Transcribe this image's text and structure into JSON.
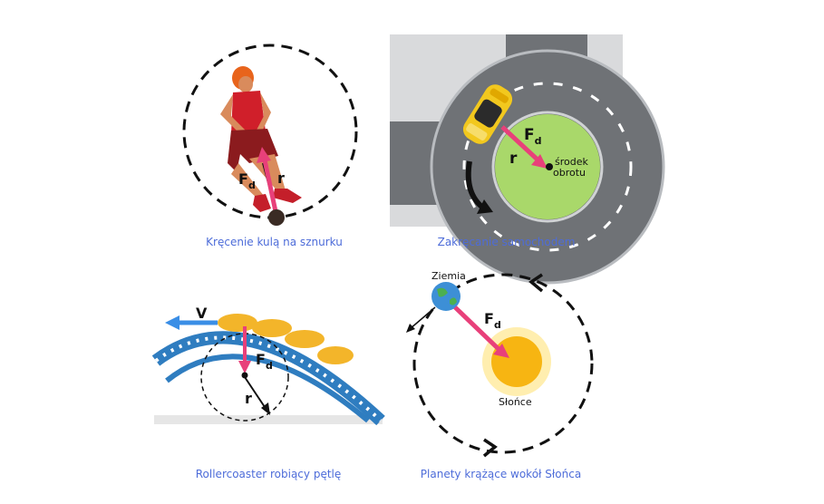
{
  "panels": {
    "ball": {
      "caption": "Kręcenie kulą na sznurku",
      "force_label": "F",
      "force_sub": "d",
      "radius_label": "r"
    },
    "car": {
      "caption": "Zakręcanie samochodem",
      "force_label": "F",
      "force_sub": "d",
      "radius_label": "r",
      "center_label_line1": "środek",
      "center_label_line2": "obrotu"
    },
    "coaster": {
      "caption": "Rollercoaster robiący pętlę",
      "velocity_label": "V",
      "force_label": "F",
      "force_sub": "d",
      "radius_label": "r"
    },
    "planet": {
      "caption": "Planety krążące wokół Słońca",
      "earth_label": "Ziemia",
      "sun_label": "Słońce",
      "force_label": "F",
      "force_sub": "d"
    }
  },
  "colors": {
    "force_arrow": "#e8407a",
    "velocity_arrow": "#3a8ee6",
    "caption": "#4d6cd9",
    "road": "#6f7276",
    "green_center": "#a9d86a",
    "car_body": "#f2c81e",
    "sun": "#f7b512",
    "track": "#2f7dc0"
  }
}
